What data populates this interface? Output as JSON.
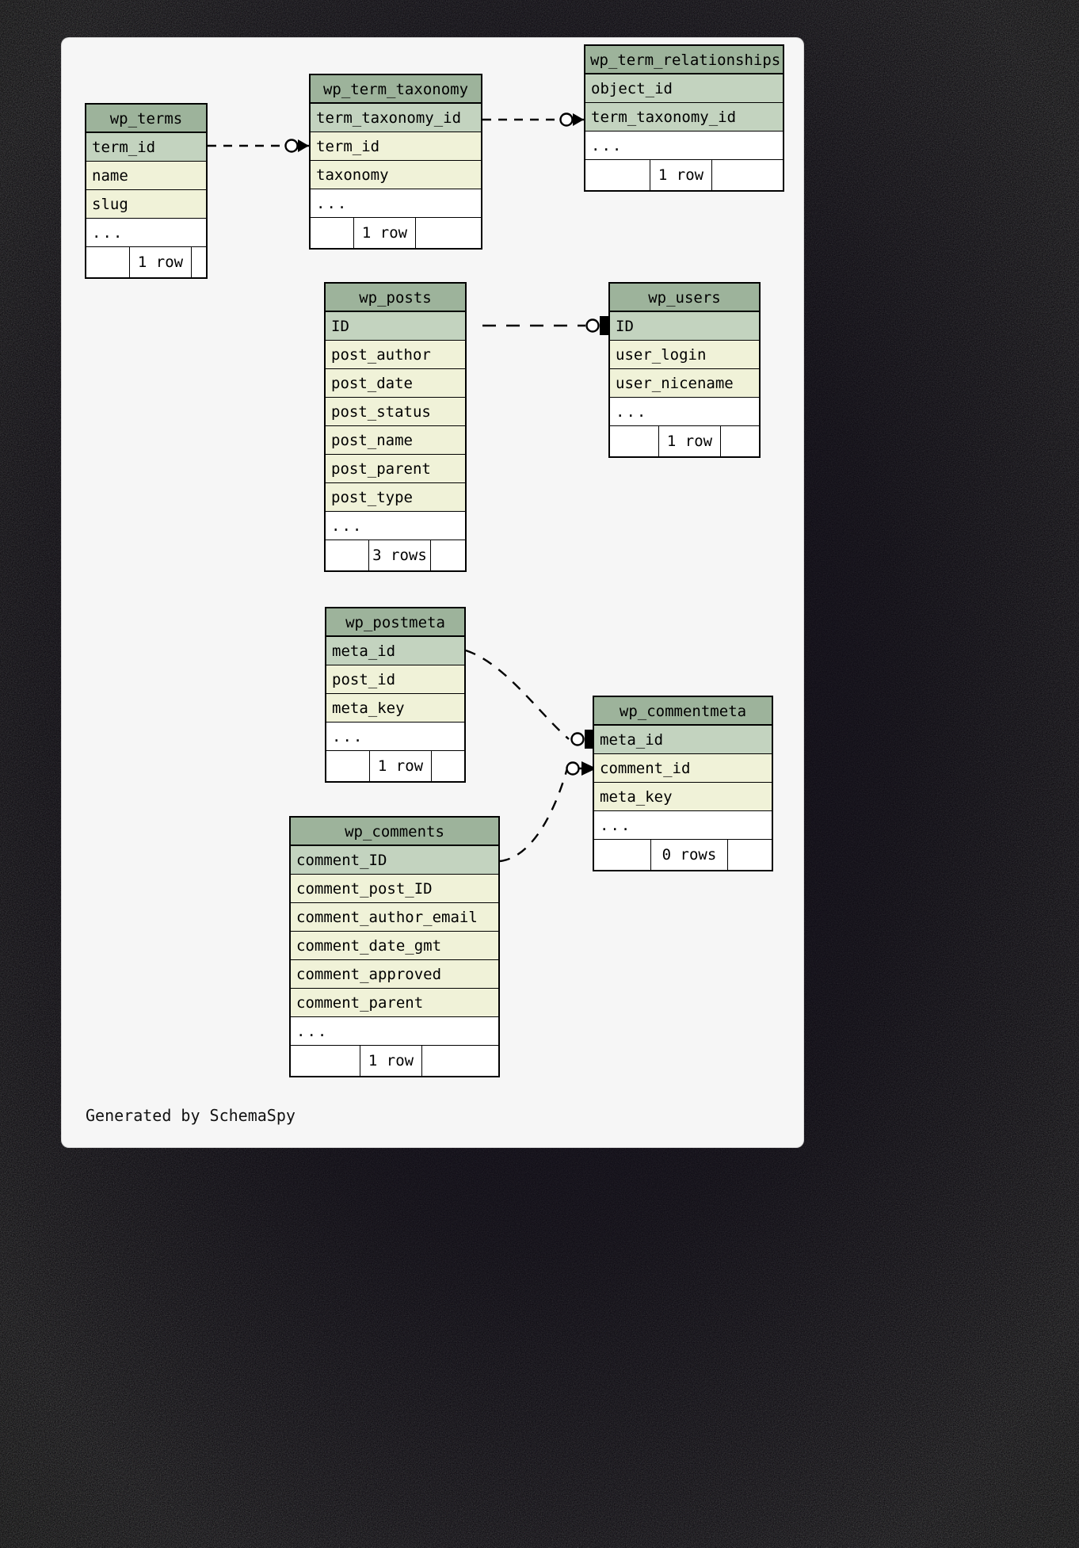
{
  "diagram": {
    "credit": "Generated by SchemaSpy",
    "background_color": "#f6f6f6",
    "header_color": "#9db39b",
    "key_color": "#c3d3bf",
    "column_color": "#f0f2d8",
    "border_color": "#000000"
  },
  "entities": [
    {
      "id": "wp_terms",
      "name": "wp_terms",
      "keys": [
        "term_id"
      ],
      "columns": [
        "name",
        "slug"
      ],
      "ellipsis": "...",
      "rowcount": "1 row"
    },
    {
      "id": "wp_term_taxonomy",
      "name": "wp_term_taxonomy",
      "keys": [
        "term_taxonomy_id"
      ],
      "columns": [
        "term_id",
        "taxonomy"
      ],
      "ellipsis": "...",
      "rowcount": "1 row"
    },
    {
      "id": "wp_term_relationships",
      "name": "wp_term_relationships",
      "keys": [
        "object_id",
        "term_taxonomy_id"
      ],
      "columns": [],
      "ellipsis": "...",
      "rowcount": "1 row"
    },
    {
      "id": "wp_posts",
      "name": "wp_posts",
      "keys": [
        "ID"
      ],
      "columns": [
        "post_author",
        "post_date",
        "post_status",
        "post_name",
        "post_parent",
        "post_type"
      ],
      "ellipsis": "...",
      "rowcount": "3 rows"
    },
    {
      "id": "wp_users",
      "name": "wp_users",
      "keys": [
        "ID"
      ],
      "columns": [
        "user_login",
        "user_nicename"
      ],
      "ellipsis": "...",
      "rowcount": "1 row"
    },
    {
      "id": "wp_postmeta",
      "name": "wp_postmeta",
      "keys": [
        "meta_id"
      ],
      "columns": [
        "post_id",
        "meta_key"
      ],
      "ellipsis": "...",
      "rowcount": "1 row"
    },
    {
      "id": "wp_commentmeta",
      "name": "wp_commentmeta",
      "keys": [
        "meta_id"
      ],
      "columns": [
        "comment_id",
        "meta_key"
      ],
      "ellipsis": "...",
      "rowcount": "0 rows"
    },
    {
      "id": "wp_comments",
      "name": "wp_comments",
      "keys": [
        "comment_ID"
      ],
      "columns": [
        "comment_post_ID",
        "comment_author_email",
        "comment_date_gmt",
        "comment_approved",
        "comment_parent"
      ],
      "ellipsis": "...",
      "rowcount": "1 row"
    }
  ],
  "relationships": [
    {
      "from": "wp_terms.term_id",
      "to": "wp_term_taxonomy.term_id",
      "style": "dashed",
      "end": "crowsfoot"
    },
    {
      "from": "wp_term_taxonomy.term_taxonomy_id",
      "to": "wp_term_relationships.term_taxonomy_id",
      "style": "dashed",
      "end": "crowsfoot"
    },
    {
      "from": "wp_posts.ID",
      "to": "wp_users.ID",
      "style": "dashed",
      "end": "one"
    },
    {
      "from": "wp_postmeta.meta_id",
      "to": "wp_commentmeta.meta_id",
      "style": "dashed-curve",
      "end": "one"
    },
    {
      "from": "wp_comments.comment_ID",
      "to": "wp_commentmeta.comment_id",
      "style": "dashed-curve",
      "end": "crowsfoot"
    }
  ]
}
